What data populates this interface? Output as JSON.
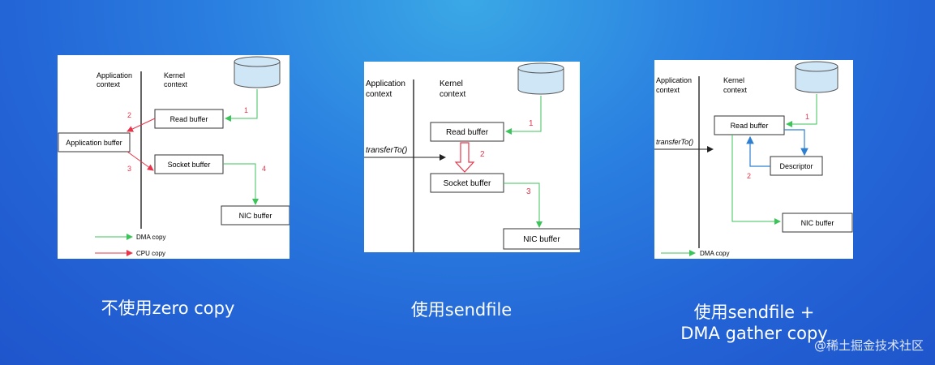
{
  "panel1": {
    "app_context": [
      "Application",
      "context"
    ],
    "kernel_context": [
      "Kernel",
      "context"
    ],
    "read_buffer": "Read buffer",
    "application_buffer": "Application buffer",
    "socket_buffer": "Socket buffer",
    "nic_buffer": "NIC buffer",
    "step1": "1",
    "step2": "2",
    "step3": "3",
    "step4": "4",
    "legend_dma": "DMA copy",
    "legend_cpu": "CPU copy",
    "caption": "不使用zero copy"
  },
  "panel2": {
    "app_context": [
      "Application",
      "context"
    ],
    "kernel_context": [
      "Kernel",
      "context"
    ],
    "call": "transferTo()",
    "read_buffer": "Read buffer",
    "socket_buffer": "Socket buffer",
    "nic_buffer": "NIC buffer",
    "step1": "1",
    "step2": "2",
    "step3": "3",
    "caption": "使用sendfile"
  },
  "panel3": {
    "app_context": [
      "Application",
      "context"
    ],
    "kernel_context": [
      "Kernel",
      "context"
    ],
    "call": "transferTo()",
    "read_buffer": "Read buffer",
    "descriptor": "Descriptor",
    "nic_buffer": "NIC buffer",
    "step1": "1",
    "step2": "2",
    "legend_dma": "DMA copy",
    "caption_line1": "使用sendfile +",
    "caption_line2": "DMA gather copy"
  },
  "colors": {
    "dma": "#3cc35a",
    "cpu": "#e8344a",
    "blue_arrow": "#2f7fd0",
    "disk_fill": "#cfe6f7"
  },
  "watermark": "@稀土掘金技术社区"
}
